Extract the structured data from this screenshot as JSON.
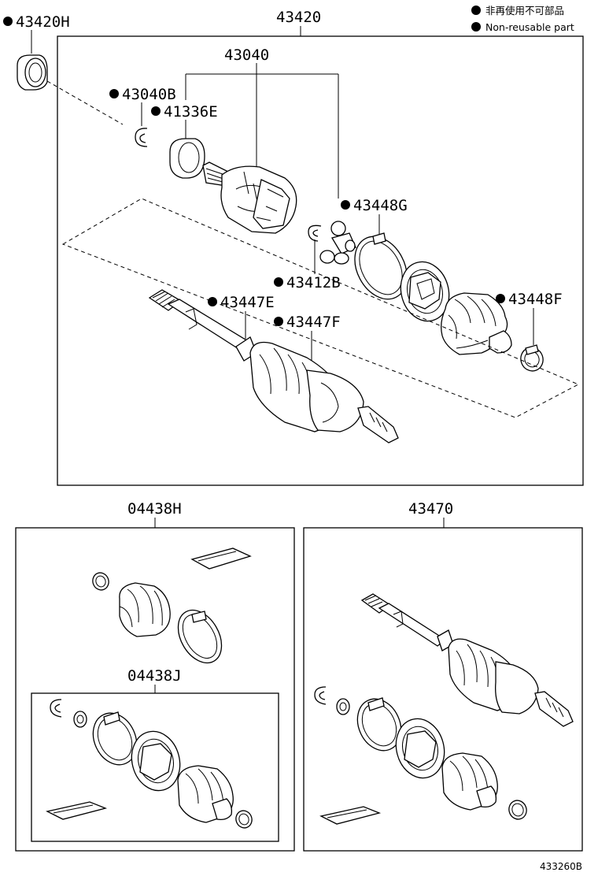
{
  "legend": {
    "line1": "非再使用不可部品",
    "line2": "Non-reusable part"
  },
  "labels": {
    "p43420H": "43420H",
    "p43420": "43420",
    "p43040": "43040",
    "p43040B": "43040B",
    "p41336E": "41336E",
    "p43448G": "43448G",
    "p43412B": "43412B",
    "p43447E": "43447E",
    "p43447F": "43447F",
    "p43448F": "43448F",
    "p04438H": "04438H",
    "p04438J": "04438J",
    "p43470": "43470"
  },
  "diagram_ref": "433260B"
}
